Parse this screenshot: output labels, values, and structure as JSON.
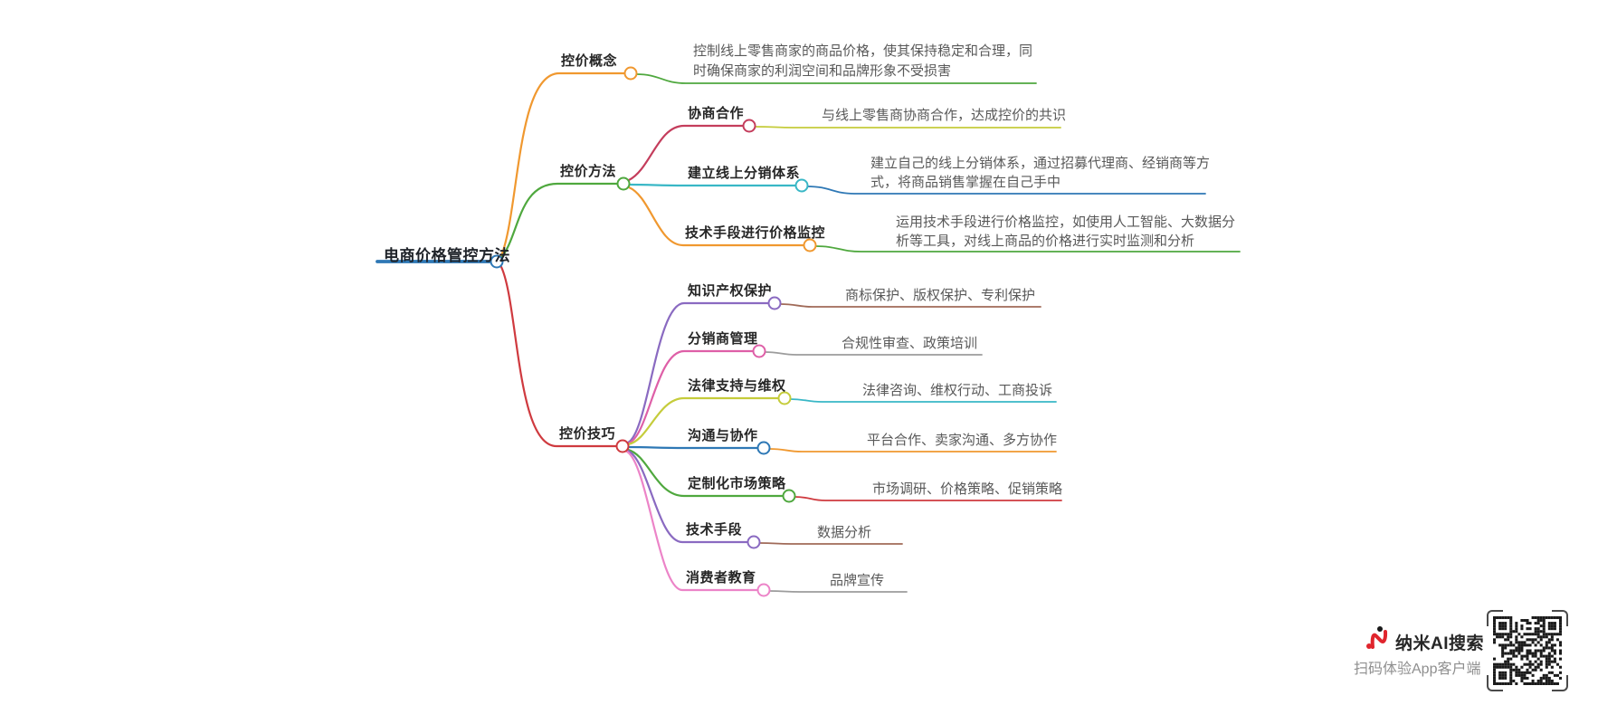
{
  "mindmap": {
    "root": {
      "label": "电商价格管控方法"
    },
    "branches": [
      {
        "label": "控价概念",
        "description": "控制线上零售商家的商品价格，使其保持稳定和合理，同时确保商家的利润空间和品牌形象不受损害"
      },
      {
        "label": "控价方法",
        "children": [
          {
            "label": "协商合作",
            "description": "与线上零售商协商合作，达成控价的共识"
          },
          {
            "label": "建立线上分销体系",
            "description": "建立自己的线上分销体系，通过招募代理商、经销商等方式，将商品销售掌握在自己手中"
          },
          {
            "label": "技术手段进行价格监控",
            "description": "运用技术手段进行价格监控，如使用人工智能、大数据分析等工具，对线上商品的价格进行实时监测和分析"
          }
        ]
      },
      {
        "label": "控价技巧",
        "children": [
          {
            "label": "知识产权保护",
            "keywords": "商标保护、版权保护、专利保护"
          },
          {
            "label": "分销商管理",
            "keywords": "合规性审查、政策培训"
          },
          {
            "label": "法律支持与维权",
            "keywords": "法律咨询、维权行动、工商投诉"
          },
          {
            "label": "沟通与协作",
            "keywords": "平台合作、卖家沟通、多方协作"
          },
          {
            "label": "定制化市场策略",
            "keywords": "市场调研、价格策略、促销策略"
          },
          {
            "label": "技术手段",
            "keywords": "数据分析"
          },
          {
            "label": "消费者教育",
            "keywords": "品牌宣传"
          }
        ]
      }
    ]
  },
  "watermark": {
    "brand": "纳米AI搜索",
    "tagline": "扫码体验App客户端"
  },
  "colors": {
    "blue": "#2e78b5",
    "orange": "#f0982f",
    "green": "#4fa83e",
    "red": "#cf3a3f",
    "crimson": "#c43d5c",
    "cyan": "#39b7c6",
    "yellowgreen": "#c5cc3b",
    "purple": "#8a6ac1",
    "pink": "#de5fa7",
    "lightpink": "#ec84c8",
    "brown": "#a06a58",
    "gray": "#9c9c9c",
    "label_text": "#262626",
    "desc_text": "#595959",
    "logo_red": "#e0252d"
  }
}
